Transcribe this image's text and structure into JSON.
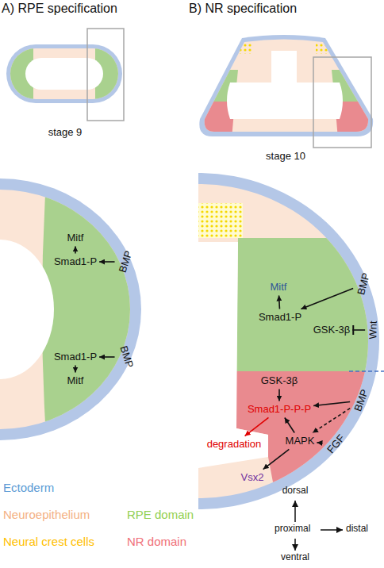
{
  "diagram": {
    "nodes": [
      {
        "text": [
          "Mitf"
        ]
      },
      {
        "text": [
          "Smad1-P"
        ]
      },
      {
        "text": [
          "BMP"
        ]
      },
      {
        "text": [
          "Smad1-P"
        ]
      },
      {
        "text": [
          "Mitf"
        ]
      },
      {
        "text": [
          "BMP"
        ]
      },
      {
        "text": [
          "Mitf"
        ]
      },
      {
        "text": [
          "Smad1-P"
        ]
      },
      {
        "text": [
          "BMP"
        ]
      },
      {
        "text": [
          "Wnt"
        ]
      },
      {
        "text": [
          "GSK-3β"
        ]
      },
      {
        "text": [
          "GSK-3β"
        ]
      },
      {
        "text": [
          "Smad1-P-P-P"
        ]
      },
      {
        "text": [
          "BMP"
        ]
      },
      {
        "text": [
          "degradation"
        ]
      },
      {
        "text": [
          "MAPK"
        ]
      },
      {
        "text": [
          "FGF"
        ]
      },
      {
        "text": [
          "Vsx2"
        ]
      }
    ],
    "edges": [
      {
        "from": 2,
        "to": 1,
        "arrow": "to"
      },
      {
        "from": 1,
        "to": 0,
        "arrow": "to"
      },
      {
        "from": 5,
        "to": 3,
        "arrow": "to"
      },
      {
        "from": 3,
        "to": 4,
        "arrow": "to"
      },
      {
        "from": 8,
        "to": 7,
        "arrow": "to"
      },
      {
        "from": 7,
        "to": 6,
        "arrow": "to"
      },
      {
        "from": 9,
        "to": 10,
        "arrow": "to"
      },
      {
        "from": 11,
        "to": 12,
        "arrow": "to"
      },
      {
        "from": 13,
        "to": 12,
        "arrow": "to"
      },
      {
        "from": 15,
        "to": 12,
        "arrow": "to"
      },
      {
        "from": 13,
        "to": 15,
        "arrow": "to"
      },
      {
        "from": 16,
        "to": 15,
        "arrow": "to"
      },
      {
        "from": 12,
        "to": 14,
        "arrow": "to"
      },
      {
        "from": 15,
        "to": 17,
        "arrow": "to"
      }
    ],
    "labels": [
      "A) RPE specification",
      "B) NR specification",
      "stage 9",
      "stage 10",
      "dorsal",
      "proximal",
      "distal",
      "ventral"
    ],
    "legend": [
      {
        "text": "Ectoderm",
        "color": "#5b9bd5"
      },
      {
        "text": "Neuroepithelium",
        "color": "#f4b183"
      },
      {
        "text": "RPE domain",
        "color": "#92d050"
      },
      {
        "text": "Neural crest cells",
        "color": "#ffc000"
      },
      {
        "text": "NR domain",
        "color": "#f07078"
      }
    ]
  }
}
